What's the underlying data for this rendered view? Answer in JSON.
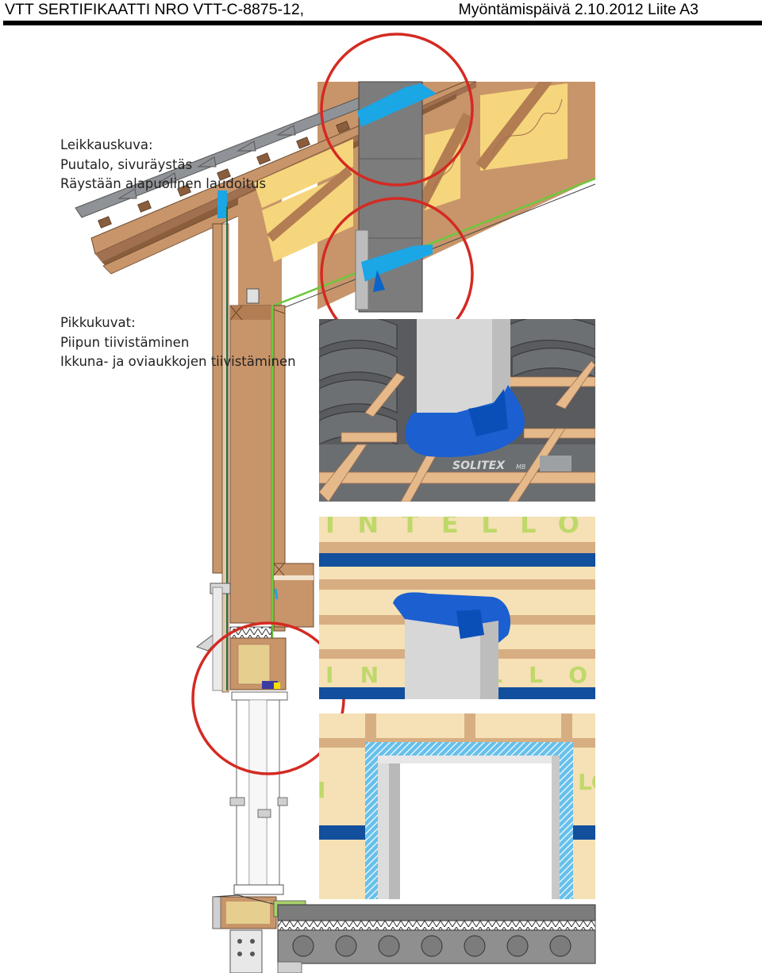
{
  "header": {
    "left": "VTT SERTIFIKAATTI NRO VTT-C-8875-12,",
    "right": "Myöntämispäivä 2.10.2012 Liite A3"
  },
  "section_caption": {
    "title": "Leikkauskuva:",
    "line1": "Puutalo, sivuräystäs",
    "line2": "Räystään alapuolinen laudoitus"
  },
  "detail_caption": {
    "title": "Pikkukuvat:",
    "line1": "Piipun tiivistäminen",
    "line2": "Ikkuna- ja oviaukkojen tiivistäminen"
  },
  "detail_labels": {
    "solitex": "SOLITEX",
    "solitex_suffix": "MB",
    "intello": "INTELLO"
  },
  "colors": {
    "timber": "#c8956a",
    "insulation": "#f5d37a",
    "membrane_blue": "#1ba6e6",
    "tape_blue": "#0a64c8",
    "highlight_red": "#d42a22",
    "vapor_green": "#6cc83c",
    "roof_tile": "#8f9296",
    "chimney": "#7c7c7c"
  }
}
